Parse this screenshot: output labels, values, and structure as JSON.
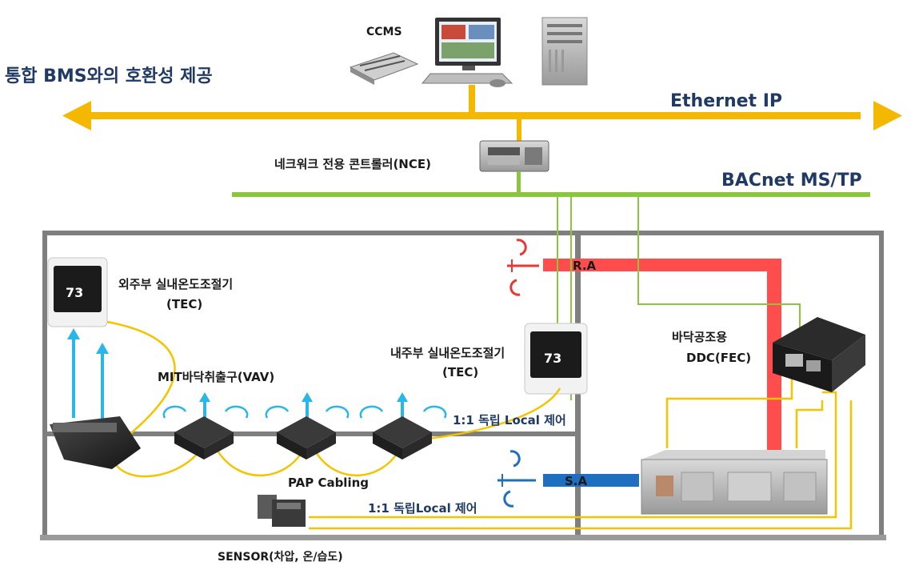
{
  "headline": "통합 BMS와의 호환성 제공",
  "network": {
    "ethernet_label": "Ethernet IP",
    "bacnet_label": "BACnet MS/TP",
    "ccms_label": "CCMS",
    "nce_label": "네크워크 전용 콘트롤러(NCE)"
  },
  "devices": {
    "outer_tec_label_1": "외주부 실내온도조절기",
    "outer_tec_label_2": "(TEC)",
    "inner_tec_label_1": "내주부 실내온도조절기",
    "inner_tec_label_2": "(TEC)",
    "thermostat_display": "73",
    "vav_label": "MIT바닥취출구(VAV)",
    "pap_label": "PAP Cabling",
    "local_control_1": "1:1 독립 Local 제어",
    "local_control_2": "1:1 독립Local 제어",
    "sensor_label": "SENSOR(차압, 온/습도)",
    "ddc_label_1": "바닥공조용",
    "ddc_label_2": "DDC(FEC)",
    "ra_label": "R.A",
    "sa_label": "S.A"
  },
  "colors": {
    "ethernet": "#f5b800",
    "bacnet": "#8cc63f",
    "frame": "#7f7f7f",
    "return_air": "#ff4d4d",
    "supply_air": "#1e6fc0",
    "airflow_up": "#29b6e8",
    "cable": "#f5c400"
  }
}
